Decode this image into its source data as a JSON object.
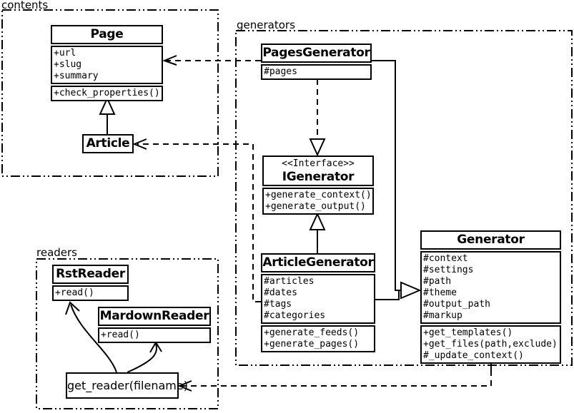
{
  "packages": {
    "contents": {
      "label": "contents"
    },
    "generators": {
      "label": "generators"
    },
    "readers": {
      "label": "readers"
    }
  },
  "classes": {
    "page": {
      "title": "Page",
      "attributes": [
        "+url",
        "+slug",
        "+summary"
      ],
      "methods": [
        "+check_properties()"
      ]
    },
    "article": {
      "title": "Article"
    },
    "pages_generator": {
      "title": "PagesGenerator",
      "attributes": [
        "#pages"
      ]
    },
    "igenerator": {
      "stereotype": "<<Interface>>",
      "title": "IGenerator",
      "methods": [
        "+generate_context()",
        "+generate_output()"
      ]
    },
    "article_generator": {
      "title": "ArticleGenerator",
      "attributes": [
        "#articles",
        "#dates",
        "#tags",
        "#categories"
      ],
      "methods": [
        "+generate_feeds()",
        "+generate_pages()"
      ]
    },
    "generator": {
      "title": "Generator",
      "attributes": [
        "#context",
        "#settings",
        "#path",
        "#theme",
        "#output_path",
        "#markup"
      ],
      "methods": [
        "+get_templates()",
        "+get_files(path,exclude)",
        "#_update_context()"
      ]
    },
    "rst_reader": {
      "title": "RstReader",
      "methods": [
        "+read()"
      ]
    },
    "mardown_reader": {
      "title": "MardownReader",
      "methods": [
        "+read()"
      ]
    },
    "get_reader": {
      "title": "get_reader(filename)"
    }
  },
  "relationships": [
    {
      "from": "Article",
      "to": "Page",
      "type": "inheritance"
    },
    {
      "from": "PagesGenerator",
      "to": "Page",
      "type": "dependency"
    },
    {
      "from": "ArticleGenerator",
      "to": "Article",
      "type": "dependency"
    },
    {
      "from": "PagesGenerator",
      "to": "IGenerator",
      "type": "realization"
    },
    {
      "from": "ArticleGenerator",
      "to": "IGenerator",
      "type": "inheritance"
    },
    {
      "from": "PagesGenerator",
      "to": "Generator",
      "type": "inheritance"
    },
    {
      "from": "ArticleGenerator",
      "to": "Generator",
      "type": "inheritance"
    },
    {
      "from": "Generator",
      "to": "get_reader(filename)",
      "type": "dependency"
    },
    {
      "from": "get_reader(filename)",
      "to": "RstReader",
      "type": "dependency"
    },
    {
      "from": "get_reader(filename)",
      "to": "MardownReader",
      "type": "dependency"
    }
  ],
  "colors": {
    "line": "#000000",
    "background": "#ffffff"
  }
}
